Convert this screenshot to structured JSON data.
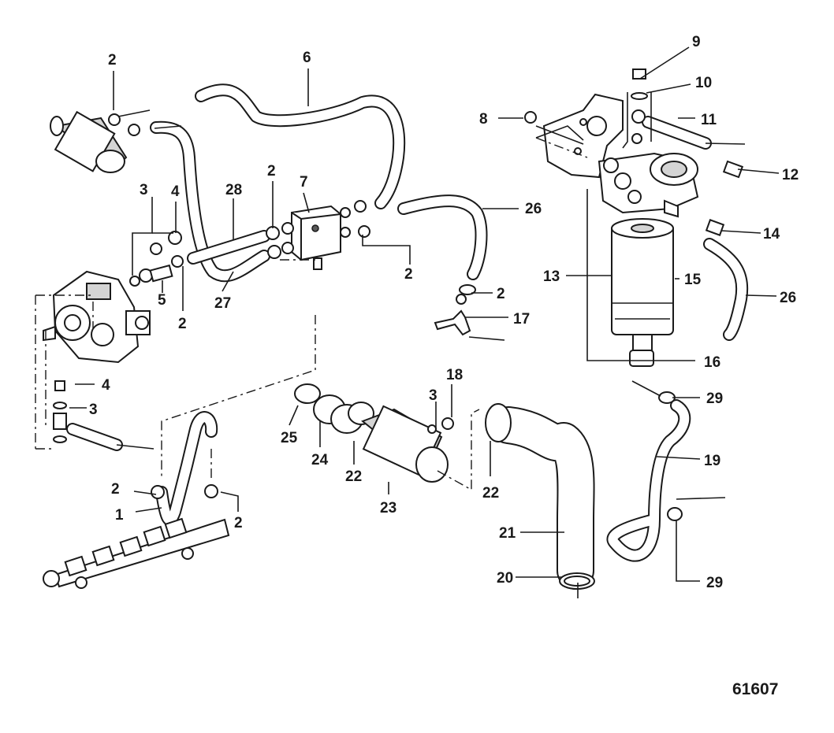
{
  "diagram_id": "61607",
  "callouts": [
    "1",
    "2",
    "3",
    "4",
    "5",
    "6",
    "7",
    "8",
    "9",
    "10",
    "11",
    "12",
    "13",
    "14",
    "15",
    "16",
    "17",
    "18",
    "19",
    "20",
    "21",
    "22",
    "23",
    "24",
    "25",
    "26",
    "27",
    "28",
    "29"
  ]
}
